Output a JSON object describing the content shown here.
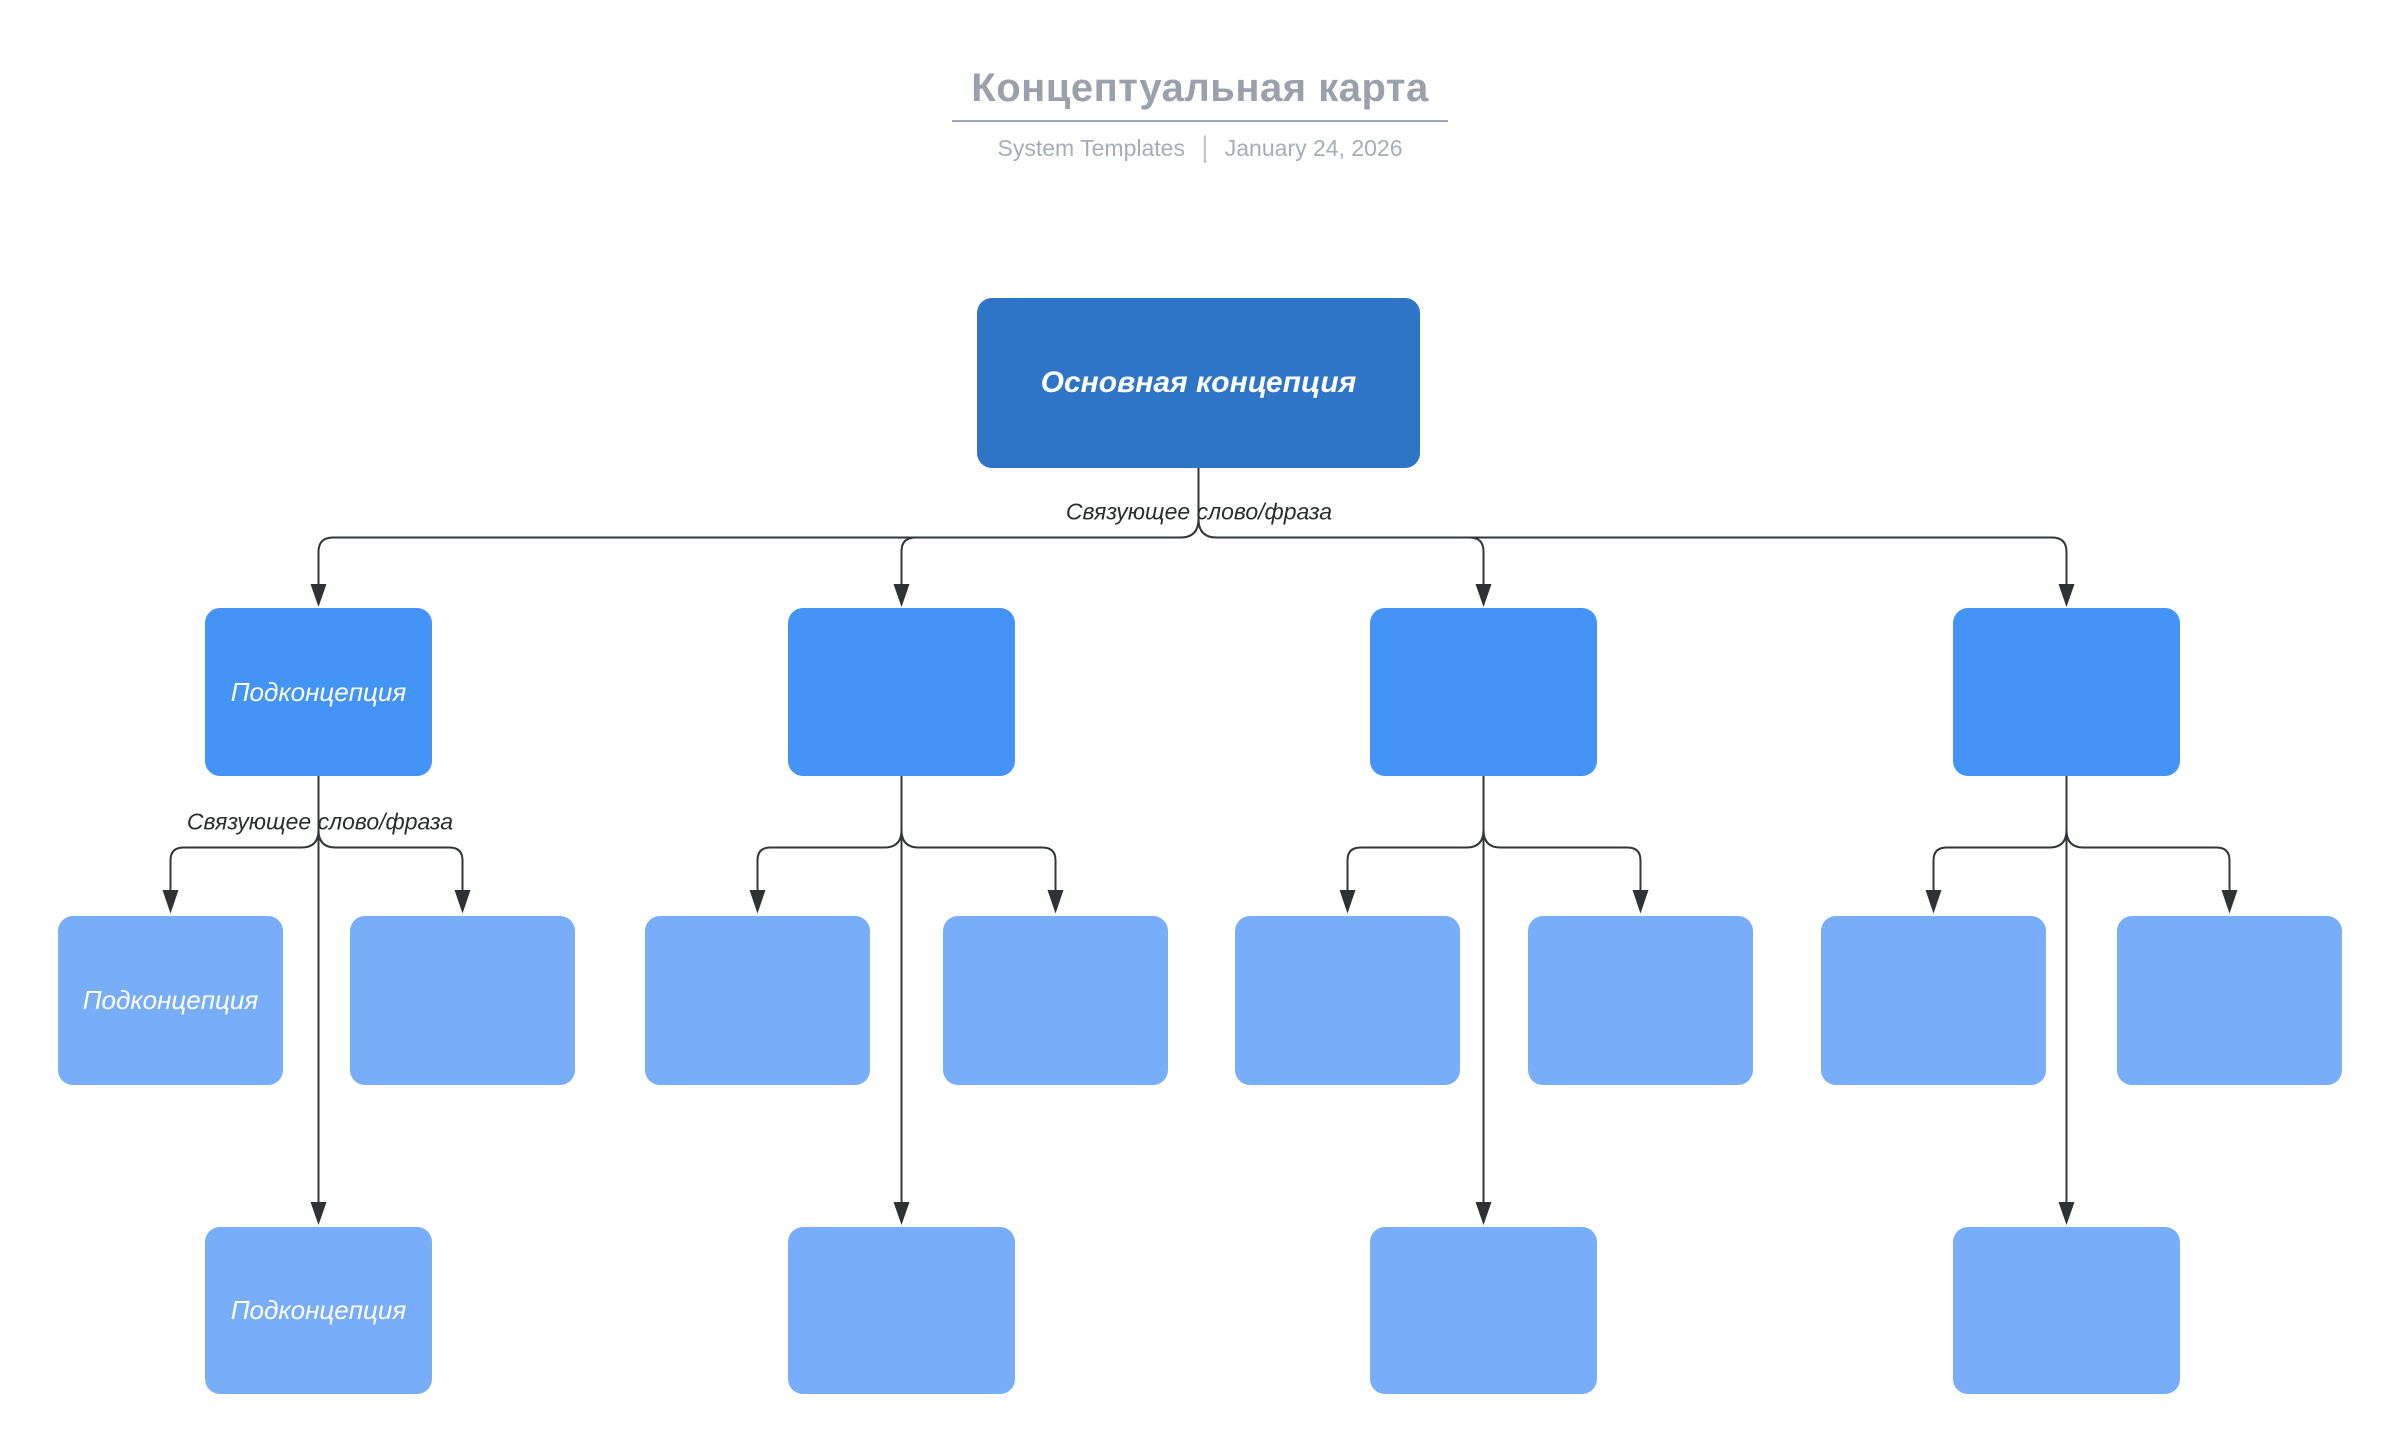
{
  "header": {
    "title": "Концептуальная карта",
    "source": "System Templates",
    "separator": "|",
    "date": "January 24, 2026"
  },
  "diagram": {
    "main": {
      "label": "Основная концепция"
    },
    "link_label_top": "Связующее слово/фраза",
    "link_label_branch": "Связующее слово/фраза",
    "level2": [
      {
        "label": "Подконцепция"
      },
      {
        "label": ""
      },
      {
        "label": ""
      },
      {
        "label": ""
      }
    ],
    "level3": [
      {
        "label": "Подконцепция"
      },
      {
        "label": ""
      },
      {
        "label": ""
      },
      {
        "label": ""
      },
      {
        "label": ""
      },
      {
        "label": ""
      },
      {
        "label": ""
      },
      {
        "label": ""
      }
    ],
    "level4": [
      {
        "label": "Подконцепция"
      },
      {
        "label": ""
      },
      {
        "label": ""
      },
      {
        "label": ""
      }
    ]
  },
  "colors": {
    "main_node": "#2E75C6",
    "sub_node": "#4394F6",
    "leaf_node": "#78AEF9",
    "connector": "#33363A",
    "node_text": "#FFFFFF",
    "edge_label_text": "#2A2D31",
    "title_text": "#9BA1AC",
    "subtitle_text": "#A7ADB7"
  }
}
